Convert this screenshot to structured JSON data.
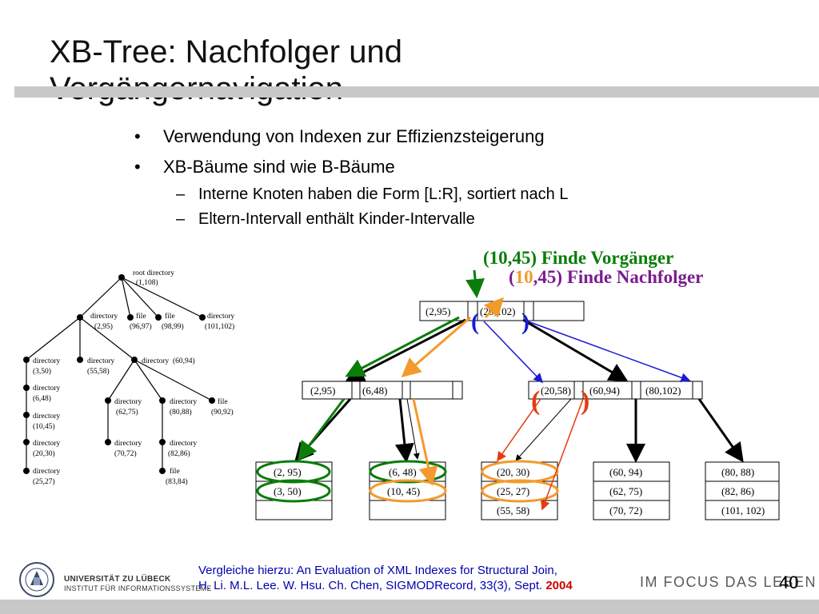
{
  "slide": {
    "title_line1": "XB-Tree: Nachfolger und",
    "title_line2": "Vorgängernavigation",
    "bullet_char": "•",
    "dash_char": "–",
    "bullets": [
      "Verwendung von Indexen zur Effizienzsteigerung",
      "XB-Bäume sind wie B-Bäume"
    ],
    "subbullets": [
      "Interne Knoten haben die Form [L:R], sortiert nach L",
      "Eltern-Intervall enthält Kinder-Intervalle"
    ],
    "page_number": "40"
  },
  "annotations": {
    "vorgaenger": "(10,45) Finde Vorgänger",
    "nachfolger_prefix": "(",
    "nachfolger_highlight": "10",
    "nachfolger_rest": ",45) Finde Nachfolger",
    "bracket_open": "(",
    "bracket_close": ")",
    "colors": {
      "green": "#0a7d0a",
      "orange": "#f39a2c",
      "blue": "#1a1ad6",
      "purple": "#7b1d8f",
      "red": "#e63a12"
    }
  },
  "left_tree": {
    "root": {
      "name": "root directory",
      "interval": "(1,108)"
    },
    "level1": [
      {
        "name": "directory",
        "interval": "(2,95)"
      },
      {
        "name": "file",
        "interval": "(96,97)"
      },
      {
        "name": "file",
        "interval": "(98,99)"
      },
      {
        "name": "directory",
        "interval": "(101,102)"
      }
    ],
    "level2": [
      {
        "name": "directory",
        "interval": "(3,50)"
      },
      {
        "name": "directory",
        "interval": "(55,58)"
      },
      {
        "name": "directory",
        "interval": "(60,94)"
      }
    ],
    "chain_left": [
      {
        "name": "directory",
        "interval": "(6,48)"
      },
      {
        "name": "directory",
        "interval": "(10,45)"
      },
      {
        "name": "directory",
        "interval": "(20,30)"
      },
      {
        "name": "directory",
        "interval": "(25,27)"
      }
    ],
    "level3": [
      {
        "name": "directory",
        "interval": "(62,75)"
      },
      {
        "name": "directory",
        "interval": "(80,88)"
      },
      {
        "name": "file",
        "interval": "(90,92)"
      }
    ],
    "level4": [
      {
        "name": "directory",
        "interval": "(70,72)"
      },
      {
        "name": "directory",
        "interval": "(82,86)"
      },
      {
        "name": "file",
        "interval": "(83,84)"
      }
    ]
  },
  "xb_tree": {
    "root": [
      "(2,95)",
      "(20,102)"
    ],
    "level1_left": [
      "(2,95)",
      "(6,48)"
    ],
    "level1_right": [
      "(20,58)",
      "(60,94)",
      "(80,102)"
    ],
    "leaves": [
      [
        "(2, 95)",
        "(3, 50)",
        ""
      ],
      [
        "(6, 48)",
        "(10, 45)",
        ""
      ],
      [
        "(20, 30)",
        "(25, 27)",
        "(55, 58)"
      ],
      [
        "(60, 94)",
        "(62, 75)",
        "(70, 72)"
      ],
      [
        "(80, 88)",
        "(82, 86)",
        "(101, 102)"
      ]
    ]
  },
  "footer": {
    "university": "UNIVERSITÄT ZU LÜBECK",
    "institute": "INSTITUT FÜR INFORMATIONSSYSTEME",
    "ref_line1": "Vergleiche hierzu: An Evaluation of XML Indexes for Structural Join,",
    "ref_line2": "H. Li. M.L. Lee. W. Hsu. Ch. Chen, SIGMODRecord, 33(3), Sept.",
    "ref_year": "2004",
    "slogan": "IM FOCUS DAS LEBEN"
  }
}
